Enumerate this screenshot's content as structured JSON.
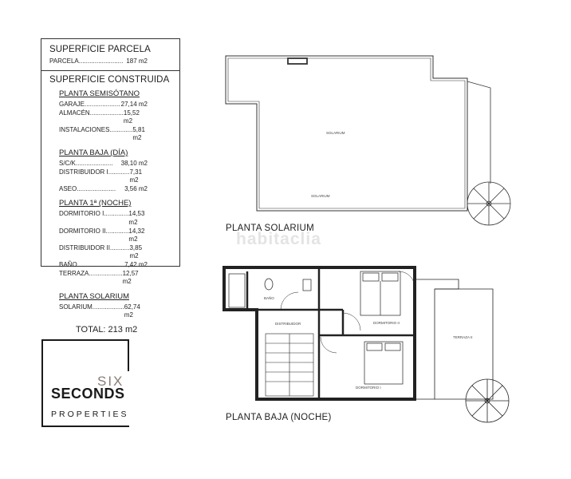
{
  "table": {
    "parcela_title": "SUPERFICIE PARCELA",
    "parcela_label": "PARCELA",
    "parcela_value": "187 m2",
    "construida_title": "SUPERFICIE CONSTRUIDA",
    "semisotano": {
      "title": "PLANTA SEMISÓTANO",
      "rows": [
        {
          "label": "GARAJE",
          "value": "27,14 m2"
        },
        {
          "label": "ALMACÉN",
          "value": "15,52 m2"
        },
        {
          "label": "INSTALACIONES",
          "value": "5,81 m2"
        }
      ]
    },
    "baja": {
      "title": "PLANTA BAJA (DÍA)",
      "rows": [
        {
          "label": "S/C/K",
          "value": "38,10 m2"
        },
        {
          "label": "DISTRIBUIDOR I",
          "value": "7,31 m2"
        },
        {
          "label": "ASEO",
          "value": "3,56 m2"
        }
      ]
    },
    "primera": {
      "title": "PLANTA 1ª (NOCHE)",
      "rows": [
        {
          "label": "DORMITORIO I",
          "value": "14,53 m2"
        },
        {
          "label": "DORMITORIO II",
          "value": "14,32 m2"
        },
        {
          "label": "DISTRIBUIDOR II",
          "value": "3,85 m2"
        },
        {
          "label": "BAÑO",
          "value": "7,42 m2"
        },
        {
          "label": "TERRAZA",
          "value": "12,57 m2"
        }
      ]
    },
    "solarium": {
      "title": "PLANTA SOLARIUM",
      "rows": [
        {
          "label": "SOLARIUM",
          "value": "62,74 m2"
        }
      ]
    },
    "total": "TOTAL: 213 m2"
  },
  "captions": {
    "solarium": "PLANTA SOLARIUM",
    "baja": "PLANTA BAJA (NOCHE)"
  },
  "watermark": "habitaclia",
  "plan_labels": {
    "solarium_center": "SOLARIUM",
    "solarium_bottom": "SOLARIUM",
    "bano": "BAÑO",
    "distribuidor": "DISTRIBUIDOR",
    "dormitorio_2": "DORMITORIO II",
    "dormitorio_1": "DORMITORIO I",
    "terraza": "TERRAZA II"
  },
  "logo": {
    "six": "SIX",
    "seconds": "SECONDS",
    "properties": "PROPERTIES"
  }
}
